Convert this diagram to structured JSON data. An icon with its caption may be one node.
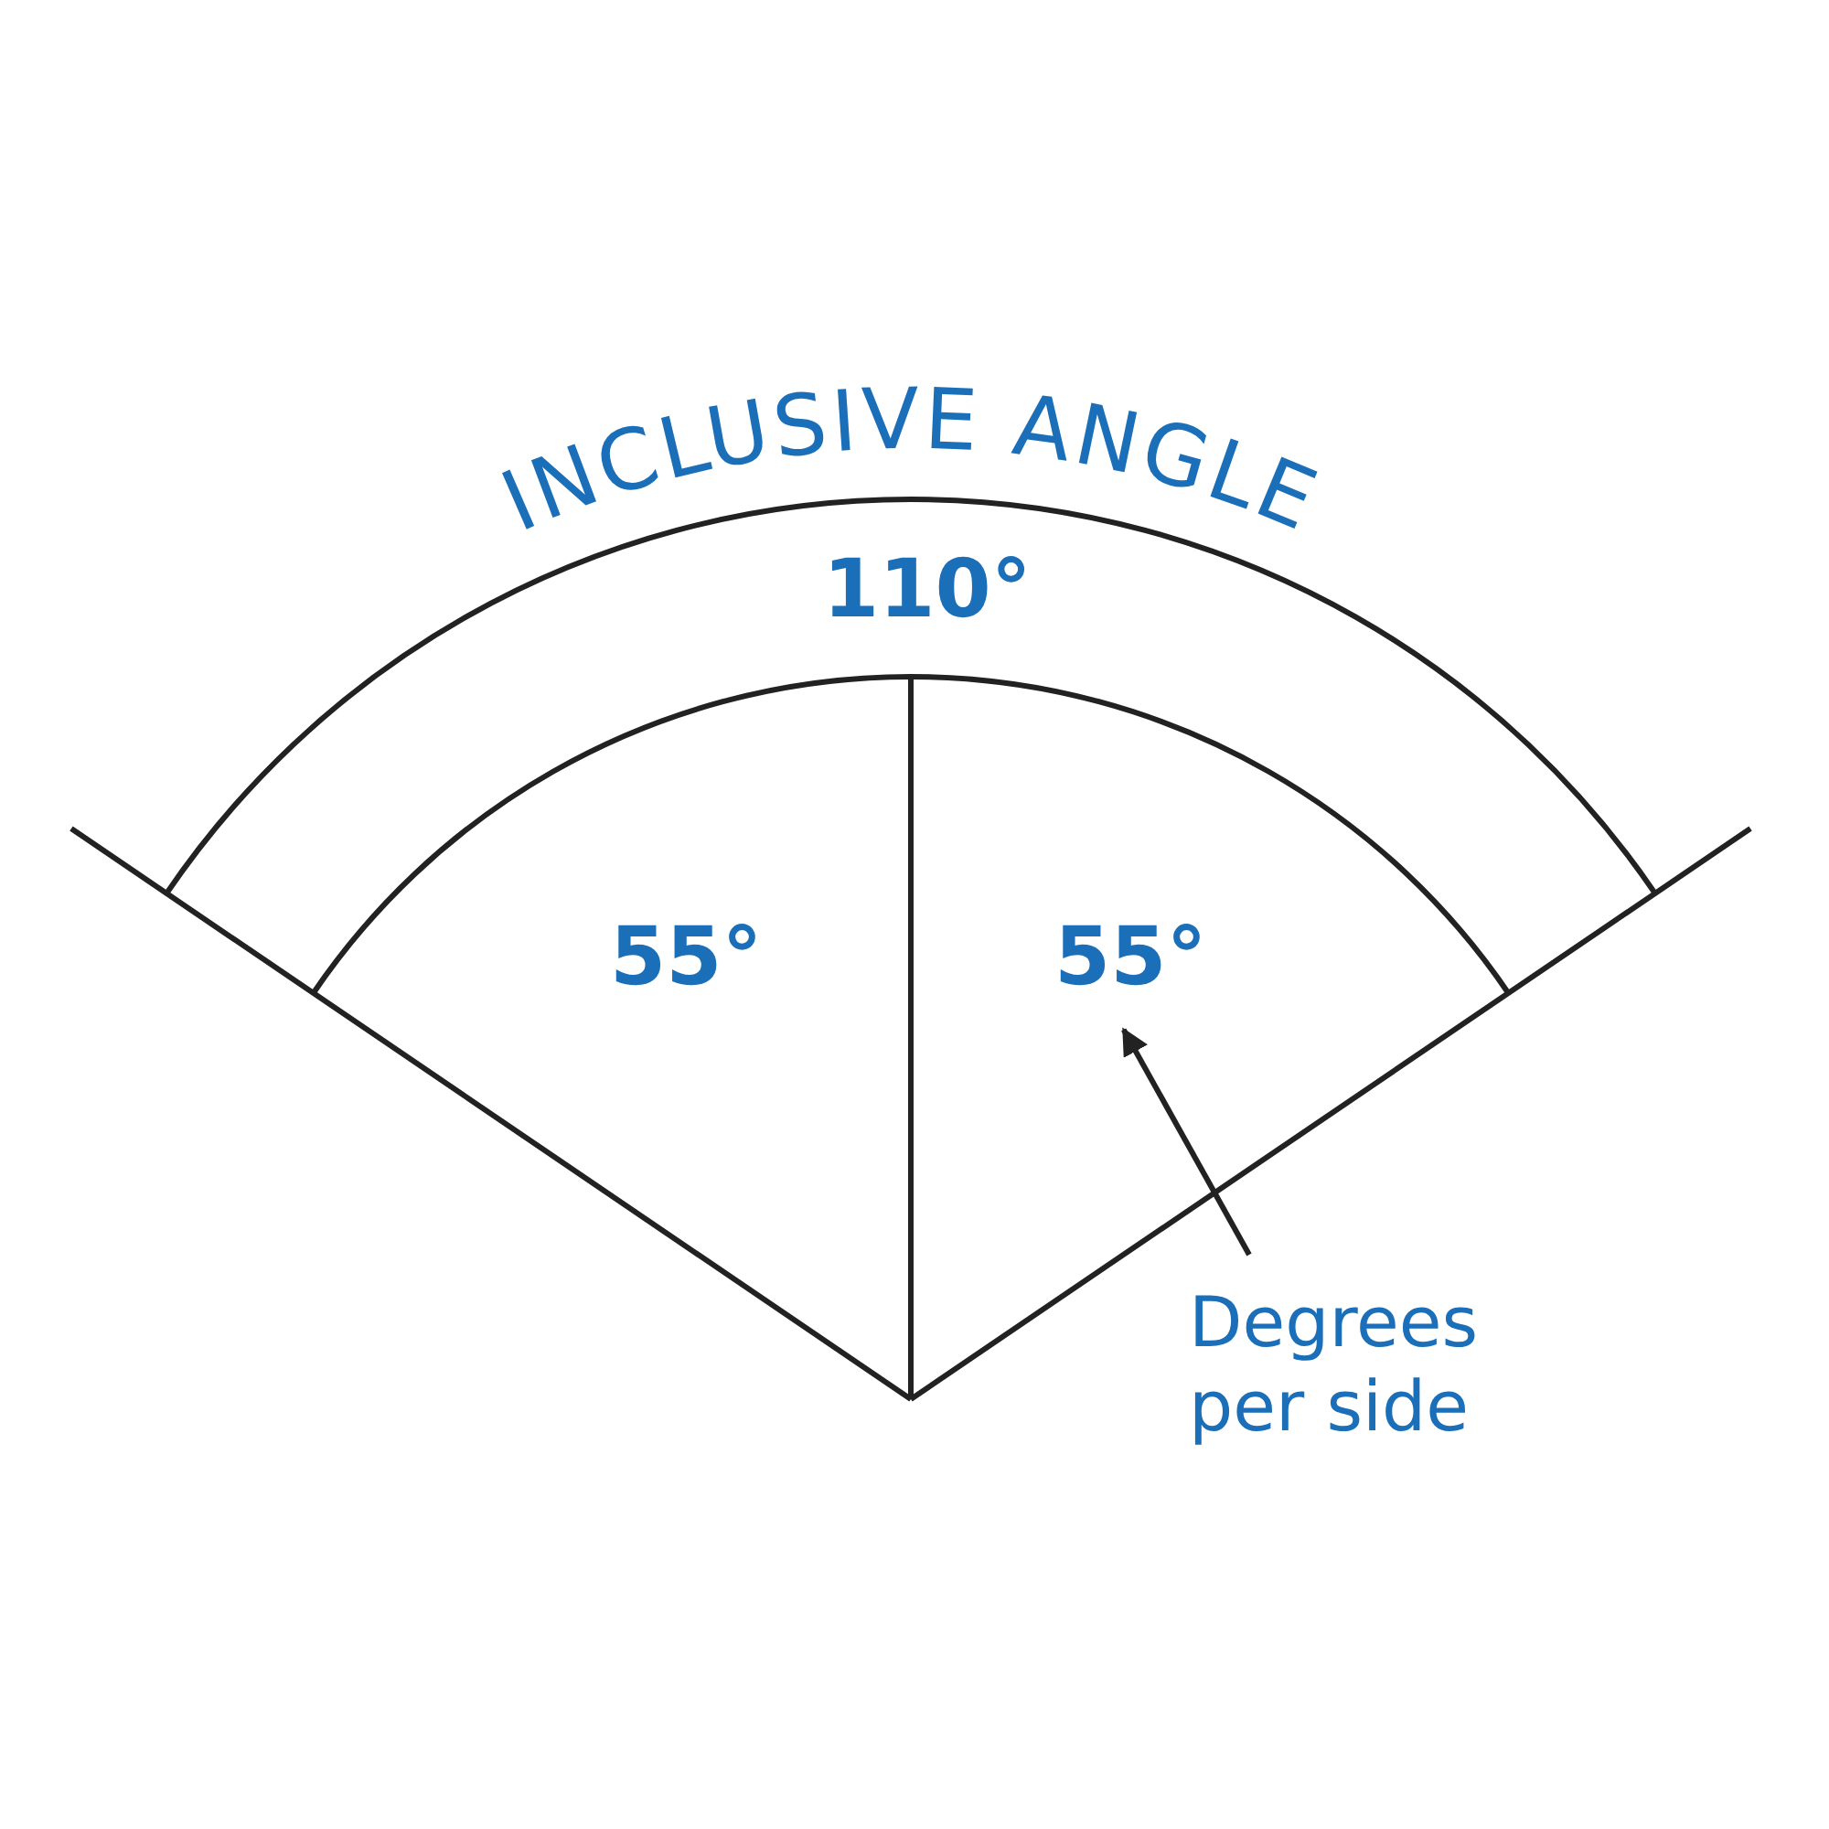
{
  "diagram": {
    "nodes": [
      {
        "text": [
          "55°"
        ]
      },
      {
        "text": [
          "55°"
        ]
      },
      {
        "text": [
          "Degrees per side"
        ]
      }
    ],
    "edges": [
      {
        "from": 2,
        "to": 1,
        "arrow": "to"
      }
    ],
    "labels": [
      "INCLUSIVE ANGLE",
      "110°"
    ]
  }
}
